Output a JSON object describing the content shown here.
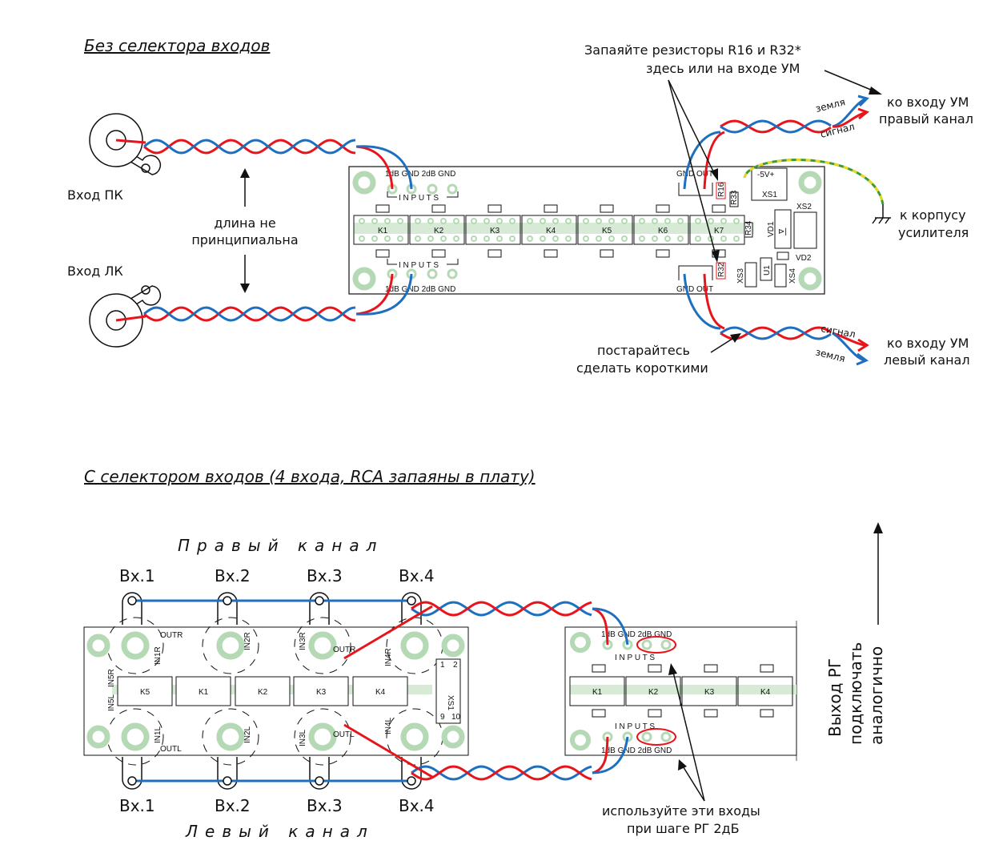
{
  "top": {
    "title": "Без селектора входов",
    "input_right": "Вход ПК",
    "input_left": "Вход ЛК",
    "length_note": [
      "длина не",
      "принципиальна"
    ],
    "resistor_note": [
      "Запаяйте резисторы R16 и R32*",
      "здесь или на входе УМ"
    ],
    "out_right": [
      "ко входу УМ",
      "правый канал"
    ],
    "out_left": [
      "ко входу УМ",
      "левый канал"
    ],
    "ground_label": "земля",
    "signal_label": "сигнал",
    "chassis_note": [
      "к корпусу",
      "усилителя"
    ],
    "short_note": [
      "постарайтесь",
      "сделать короткими"
    ],
    "board": {
      "top_pins": "1dB GND  2dB GND",
      "inputs": "I N P U T S",
      "gnd_out": "GND OUT",
      "relays": [
        "K1",
        "K2",
        "K3",
        "K4",
        "K5",
        "K6",
        "K7"
      ],
      "parts": {
        "r16": "R16",
        "r32": "R32",
        "r33": "R33",
        "r34": "R34",
        "xs1": "XS1",
        "xs2": "XS2",
        "xs3": "XS3",
        "xs4": "XS4",
        "vd1": "VD1",
        "vd2": "VD2",
        "u1": "U1",
        "power": "-5V+"
      }
    }
  },
  "bottom": {
    "title": "С селектором входов  (4 входа, RCA запаяны в плату)",
    "right_channel": "Правый канал",
    "left_channel": "Левый канал",
    "inputs": [
      "Вх.1",
      "Вх.2",
      "Вх.3",
      "Вх.4"
    ],
    "selector_board": {
      "relays": [
        "K5",
        "K1",
        "K2",
        "K3",
        "K4"
      ],
      "labels": {
        "outr": "OUTR",
        "outl": "OUTL",
        "in1r": "IN1R",
        "in1l": "IN1L",
        "in2r": "IN2R",
        "in2l": "IN2L",
        "in3r": "IN3R",
        "in3l": "IN3L",
        "in4r": "IN4R",
        "in4l": "IN4L",
        "in5r": "IN5R",
        "in5l": "IN5L",
        "xs1": "XS1",
        "p1": "1",
        "p2": "2",
        "p9": "9",
        "p10": "10"
      }
    },
    "attenuator_board": {
      "top_pins": "1dB GND  2dB GND",
      "inputs": "I N P U T S",
      "relays": [
        "K1",
        "K2",
        "K3",
        "K4"
      ]
    },
    "use_note": [
      "используйте эти входы",
      "при шаге РГ 2дБ"
    ],
    "output_note": [
      "Выход РГ",
      "подключать",
      "аналогично"
    ]
  },
  "colors": {
    "signal": "#e8141b",
    "ground": "#1f6fc0",
    "pcb_copper": "#b5d8b5",
    "resistor": "#e8141b"
  }
}
